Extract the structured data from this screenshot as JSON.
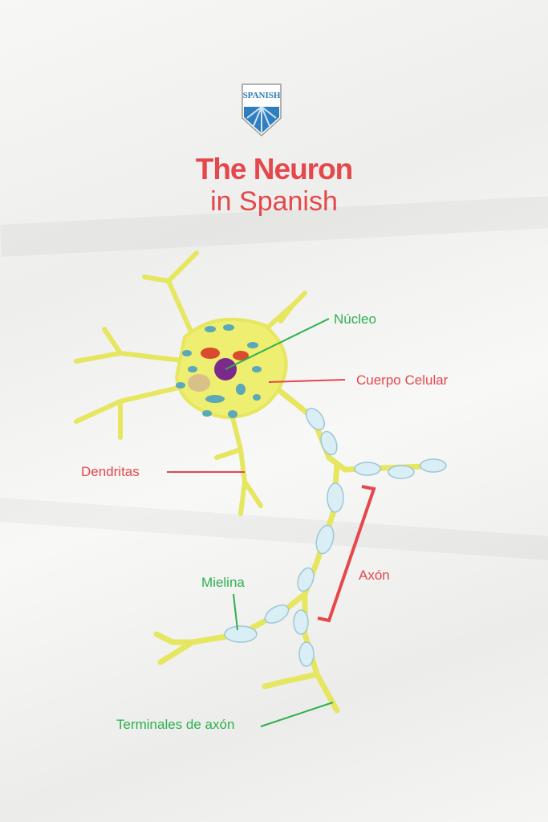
{
  "logo": {
    "text": "SPANISH"
  },
  "title": "The Neuron",
  "subtitle": "in Spanish",
  "labels": {
    "nucleus": "Núcleo",
    "cell_body": "Cuerpo Celular",
    "dendrites": "Dendritas",
    "axon": "Axón",
    "myelin": "Mielina",
    "axon_terminals": "Terminales de axón"
  },
  "colors": {
    "title": "#e5474b",
    "green_label": "#2eb04f",
    "red_label": "#e5474b",
    "neuron": "#eeee70"
  }
}
